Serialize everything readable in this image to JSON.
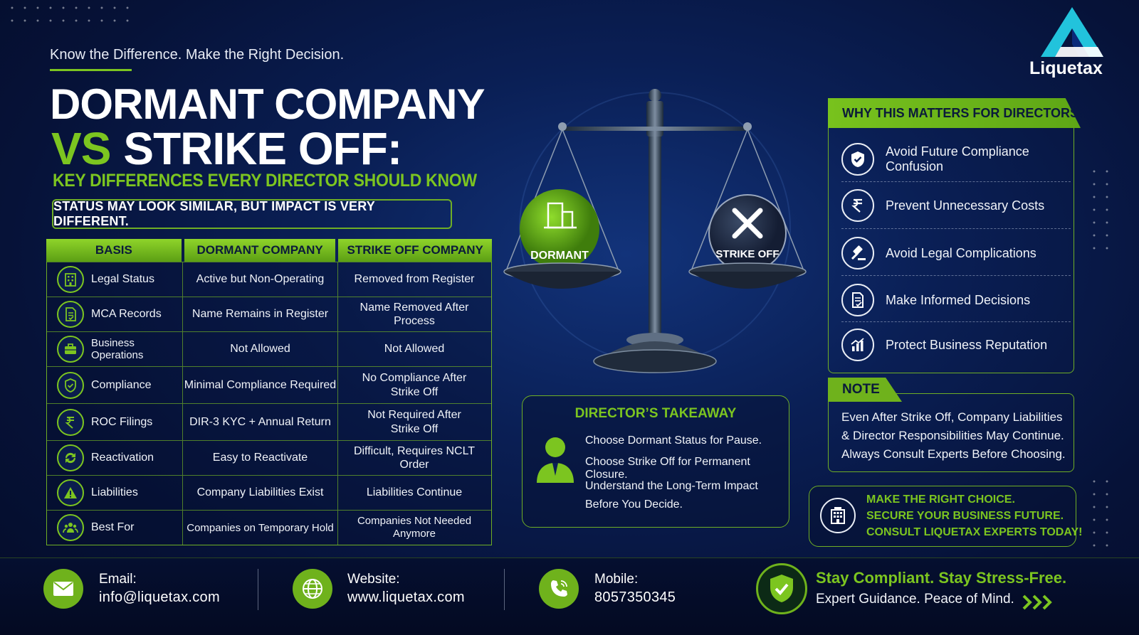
{
  "brand": {
    "name": "Liquetax"
  },
  "header": {
    "tagline": "Know the Difference. Make the Right Decision.",
    "title_line1": "DORMANT COMPANY",
    "title_vs": "VS",
    "title_line2": "STRIKE OFF:",
    "subtitle": "KEY DIFFERENCES EVERY DIRECTOR SHOULD KNOW",
    "status_note": "STATUS MAY LOOK SIMILAR, BUT IMPACT IS VERY DIFFERENT."
  },
  "table": {
    "headers": [
      "BASIS",
      "DORMANT COMPANY",
      "STRIKE OFF COMPANY"
    ],
    "rows": [
      {
        "icon": "building-icon",
        "basis": "Legal Status",
        "dormant": "Active but Non-Operating",
        "strike": "Removed from Register"
      },
      {
        "icon": "document-icon",
        "basis": "MCA Records",
        "dormant": "Name Remains in Register",
        "strike": "Name Removed After Process"
      },
      {
        "icon": "briefcase-icon",
        "basis": "Business Operations",
        "dormant": "Not Allowed",
        "strike": "Not Allowed"
      },
      {
        "icon": "shield-icon",
        "basis": "Compliance",
        "dormant": "Minimal Compliance Required",
        "strike": "No Compliance After Strike Off"
      },
      {
        "icon": "rupee-icon",
        "basis": "ROC Filings",
        "dormant": "DIR-3 KYC + Annual Return",
        "strike": "Not Required After Strike Off"
      },
      {
        "icon": "refresh-icon",
        "basis": "Reactivation",
        "dormant": "Easy to Reactivate",
        "strike": "Difficult, Requires NCLT Order"
      },
      {
        "icon": "warning-icon",
        "basis": "Liabilities",
        "dormant": "Company Liabilities Exist",
        "strike": "Liabilities Continue"
      },
      {
        "icon": "people-icon",
        "basis": "Best For",
        "dormant": "Companies on Temporary Hold",
        "strike": "Companies Not Needed Anymore"
      }
    ]
  },
  "scale": {
    "left_label": "DORMANT",
    "right_label": "STRIKE OFF"
  },
  "takeaway": {
    "title": "DIRECTOR’S TAKEAWAY",
    "lines": [
      "Choose Dormant Status for Pause.",
      "Choose Strike Off for Permanent Closure.",
      "Understand the Long-Term Impact",
      "Before You Decide."
    ]
  },
  "why": {
    "title": "WHY THIS MATTERS FOR DIRECTORS",
    "items": [
      {
        "icon": "shield-check-icon",
        "label": "Avoid Future Compliance Confusion"
      },
      {
        "icon": "rupee-icon",
        "label": "Prevent Unnecessary Costs"
      },
      {
        "icon": "gavel-icon",
        "label": "Avoid Legal Complications"
      },
      {
        "icon": "document-check-icon",
        "label": "Make Informed Decisions"
      },
      {
        "icon": "growth-chart-icon",
        "label": "Protect Business Reputation"
      }
    ]
  },
  "note": {
    "title": "NOTE",
    "lines": [
      "Even After Strike Off, Company Liabilities",
      "& Director Responsibilities May Continue.",
      "Always Consult Experts Before Choosing."
    ]
  },
  "cta": {
    "lines": [
      "MAKE THE RIGHT CHOICE.",
      "SECURE YOUR BUSINESS FUTURE.",
      "CONSULT LIQUETAX EXPERTS TODAY!"
    ]
  },
  "footer": {
    "email_label": "Email:",
    "email": "info@liquetax.com",
    "website_label": "Website:",
    "website": "www.liquetax.com",
    "mobile_label": "Mobile:",
    "mobile": "8057350345",
    "slogan": "Stay Compliant. Stay Stress-Free.",
    "sub_slogan": "Expert Guidance. Peace of Mind."
  },
  "colors": {
    "accent": "#7cc520",
    "background": "#0a1f55"
  }
}
